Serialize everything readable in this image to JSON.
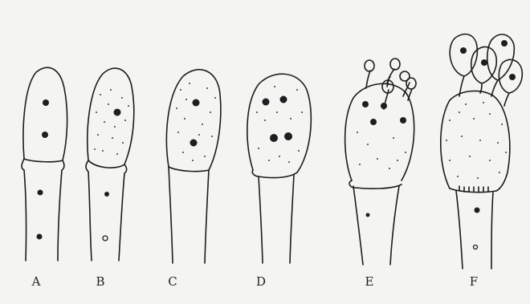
{
  "figure": {
    "panel_labels": [
      "A",
      "B",
      "C",
      "D",
      "E",
      "F"
    ]
  }
}
